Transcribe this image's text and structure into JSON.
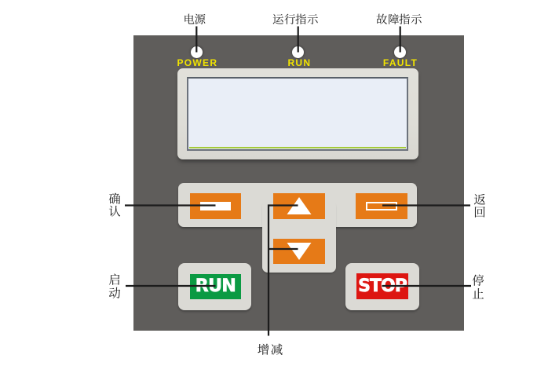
{
  "colors": {
    "panel_gray": "#5f5d5b",
    "plate_gray": "#dbdad5",
    "frame_gray": "#deddd7",
    "button_orange": "#e67a17",
    "run_green": "#0b9a43",
    "stop_red": "#dd1611",
    "label_yellow": "#f2e400",
    "screen_blue": "#e9eef7",
    "screen_line_green": "#a5ca3a",
    "annotation_black": "#1c1c1c"
  },
  "annotations": {
    "power": "电源",
    "run_indicator": "运行指示",
    "fault_indicator": "故障指示",
    "confirm": "确认",
    "back": "返回",
    "start": "启动",
    "stop": "停止",
    "increase_decrease": "增减"
  },
  "panel": {
    "leds": {
      "power": "POWER",
      "run": "RUN",
      "fault": "FAULT"
    },
    "buttons": {
      "run": "RUN",
      "stop": "STOP",
      "confirm_icon": "solid-dash-icon",
      "back_icon": "hollow-dash-icon",
      "up_icon": "triangle-up-icon",
      "down_icon": "triangle-down-icon"
    }
  }
}
